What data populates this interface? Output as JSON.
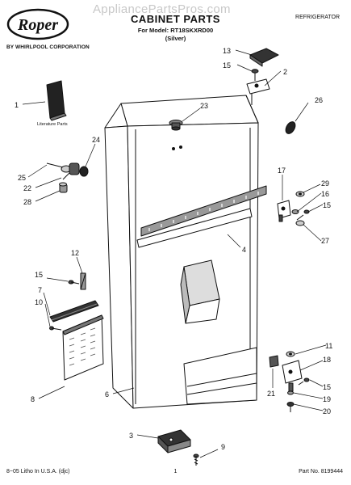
{
  "brand": {
    "logo_text": "Roper",
    "subtitle": "BY WHIRLPOOL CORPORATION"
  },
  "watermark": "AppliancePartsPros.com",
  "header": {
    "title": "CABINET PARTS",
    "model_line": "For Model: RT18SKXRD00",
    "variant": "(Silver)",
    "category": "REFRIGERATOR"
  },
  "literature_label": "Literature Parts",
  "callouts": [
    {
      "id": "c1",
      "label": "1"
    },
    {
      "id": "c2",
      "label": "2"
    },
    {
      "id": "c3",
      "label": "3"
    },
    {
      "id": "c4",
      "label": "4"
    },
    {
      "id": "c6",
      "label": "6"
    },
    {
      "id": "c7",
      "label": "7"
    },
    {
      "id": "c8",
      "label": "8"
    },
    {
      "id": "c9",
      "label": "9"
    },
    {
      "id": "c10",
      "label": "10"
    },
    {
      "id": "c11",
      "label": "11"
    },
    {
      "id": "c12",
      "label": "12"
    },
    {
      "id": "c13",
      "label": "13"
    },
    {
      "id": "c15a",
      "label": "15"
    },
    {
      "id": "c15b",
      "label": "15"
    },
    {
      "id": "c15c",
      "label": "15"
    },
    {
      "id": "c15d",
      "label": "15"
    },
    {
      "id": "c16",
      "label": "16"
    },
    {
      "id": "c17",
      "label": "17"
    },
    {
      "id": "c18",
      "label": "18"
    },
    {
      "id": "c19",
      "label": "19"
    },
    {
      "id": "c20",
      "label": "20"
    },
    {
      "id": "c21",
      "label": "21"
    },
    {
      "id": "c22",
      "label": "22"
    },
    {
      "id": "c23",
      "label": "23"
    },
    {
      "id": "c24",
      "label": "24"
    },
    {
      "id": "c25",
      "label": "25"
    },
    {
      "id": "c26",
      "label": "26"
    },
    {
      "id": "c27",
      "label": "27"
    },
    {
      "id": "c28",
      "label": "28"
    },
    {
      "id": "c29",
      "label": "29"
    }
  ],
  "footer": {
    "left": "8−05 Litho In U.S.A. (djc)",
    "center": "1",
    "right": "Part No. 8199444"
  }
}
